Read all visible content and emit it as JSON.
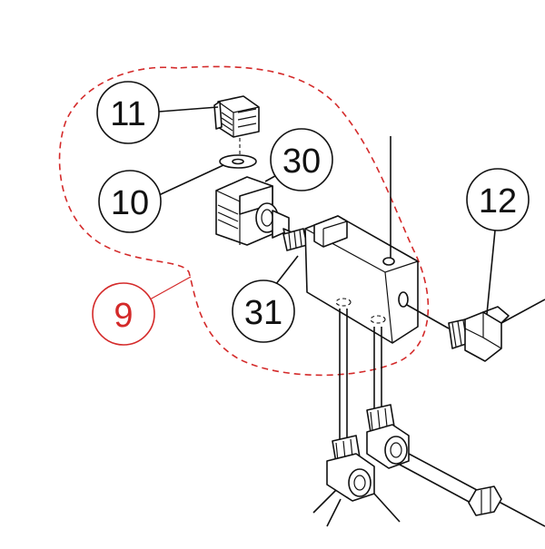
{
  "diagram": {
    "group_label": "9",
    "callouts": {
      "c11": "11",
      "c30": "30",
      "c10": "10",
      "c12": "12",
      "c31": "31"
    },
    "colors": {
      "line": "#111111",
      "group_outline": "#d42a2a",
      "background": "#ffffff"
    }
  }
}
